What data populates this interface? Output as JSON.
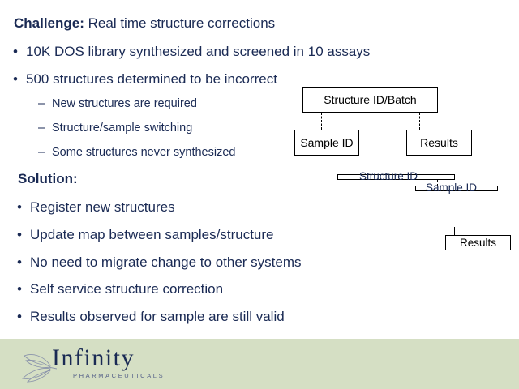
{
  "challenge": {
    "label": "Challenge:",
    "text": " Real time structure corrections"
  },
  "challenge_bullets": [
    "10K DOS library synthesized and screened in 10 assays",
    "500 structures determined to be incorrect"
  ],
  "sub_bullets": [
    "New structures are required",
    "Structure/sample switching",
    "Some structures never synthesized"
  ],
  "solution": {
    "label": "Solution:"
  },
  "solution_bullets": [
    "Register new structures",
    "Update map between samples/structure",
    "No need to migrate change to other systems",
    "Self service structure correction",
    "Results observed for sample are still valid"
  ],
  "diagram": {
    "top": "Structure ID/Batch",
    "left": "Sample ID",
    "right": "Results",
    "overlay_structure": "Structure ID",
    "overlay_sample": "Sample ID",
    "results_box": "Results"
  },
  "footer": {
    "logo_name": "Infinity",
    "logo_sub": "PHARMACEUTICALS",
    "background": "#d5dfc4"
  }
}
